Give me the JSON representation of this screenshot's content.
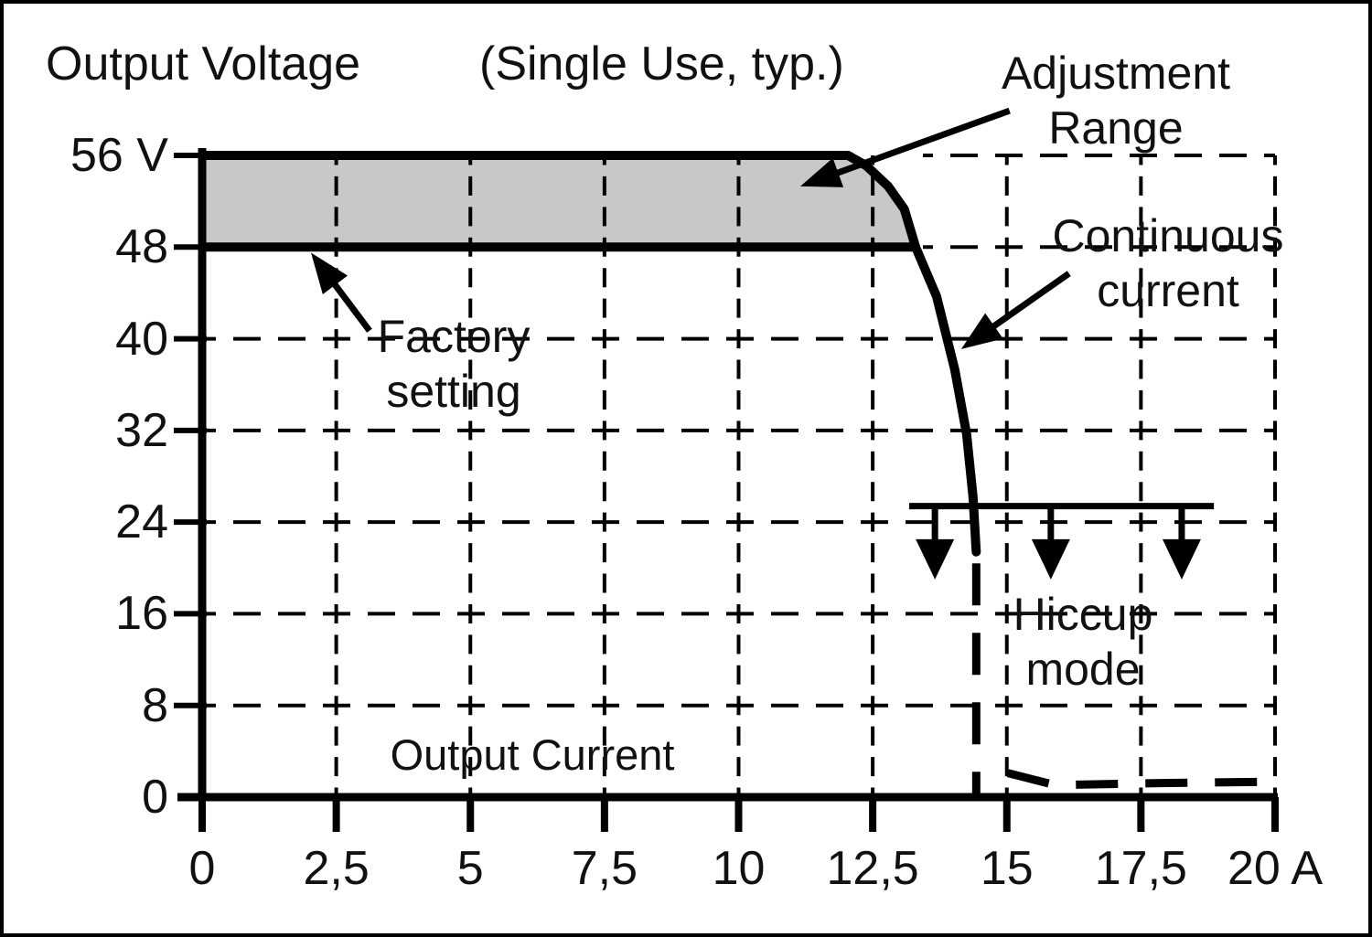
{
  "frame": {
    "background": "#ffffff",
    "border_color": "#000000"
  },
  "chart_data": {
    "type": "line",
    "title": "Output Voltage",
    "subtitle": "(Single Use, typ.)",
    "xlabel": "Output Current",
    "x_unit": "A",
    "y_unit": "V",
    "xlim": [
      0,
      20
    ],
    "ylim": [
      0,
      56
    ],
    "grid": "dashed",
    "ink_color": "#000000",
    "x_ticks": [
      {
        "value": 0,
        "label": "0"
      },
      {
        "value": 2.5,
        "label": "2,5"
      },
      {
        "value": 5,
        "label": "5"
      },
      {
        "value": 7.5,
        "label": "7,5"
      },
      {
        "value": 10,
        "label": "10"
      },
      {
        "value": 12.5,
        "label": "12,5"
      },
      {
        "value": 15,
        "label": "15"
      },
      {
        "value": 17.5,
        "label": "17,5"
      },
      {
        "value": 20,
        "label": "20 A"
      }
    ],
    "y_ticks": [
      {
        "value": 56,
        "label": "56 V"
      },
      {
        "value": 48,
        "label": "48"
      },
      {
        "value": 40,
        "label": "40"
      },
      {
        "value": 32,
        "label": "32"
      },
      {
        "value": 24,
        "label": "24"
      },
      {
        "value": 16,
        "label": "16"
      },
      {
        "value": 8,
        "label": "8"
      },
      {
        "value": 0,
        "label": "0"
      }
    ],
    "series": [
      {
        "name": "voltage-limit-curve",
        "style": "solid",
        "width": 10,
        "points": [
          [
            0,
            56
          ],
          [
            12.04,
            56
          ],
          [
            12.38,
            55.1
          ],
          [
            12.79,
            53.3
          ],
          [
            13.09,
            51.3
          ],
          [
            13.3,
            48
          ],
          [
            13.69,
            43.7
          ],
          [
            14.03,
            37.3
          ],
          [
            14.25,
            31.7
          ],
          [
            14.37,
            26.2
          ],
          [
            14.43,
            21.4
          ]
        ]
      },
      {
        "name": "factory-setting-line",
        "style": "solid",
        "width": 10,
        "points": [
          [
            0,
            48
          ],
          [
            13.3,
            48
          ]
        ]
      },
      {
        "name": "hiccup-dropout",
        "style": "dashed",
        "width": 9,
        "points": [
          [
            14.43,
            20.4
          ],
          [
            14.43,
            0.2
          ]
        ]
      },
      {
        "name": "hiccup-residual",
        "style": "dashed",
        "width": 9,
        "points": [
          [
            15.02,
            2.1
          ],
          [
            15.9,
            1.05
          ],
          [
            17.5,
            1.2
          ],
          [
            20,
            1.35
          ]
        ]
      }
    ],
    "adjustment_region": {
      "color": "#c8c8c8",
      "v_low": 48,
      "v_high": 56
    },
    "hiccup_bracket": {
      "v": 25.4,
      "x_start": 13.18,
      "x_end": 18.86,
      "arrow_x": [
        13.66,
        15.82,
        18.26
      ],
      "arrow_v_tip": 19.0
    },
    "annotations": [
      {
        "name": "adjustment-range",
        "lines": [
          "Adjustment",
          "Range"
        ],
        "arrow": {
          "from": [
            15.05,
            59.9
          ],
          "to": [
            11.15,
            53.3
          ]
        }
      },
      {
        "name": "continuous-current",
        "lines": [
          "Continuous",
          "current"
        ],
        "arrow": {
          "from": [
            16.16,
            45.7
          ],
          "to": [
            14.15,
            39.1
          ]
        }
      },
      {
        "name": "factory-setting",
        "lines": [
          "Factory",
          "setting"
        ],
        "arrow": {
          "from": [
            3.12,
            40.7
          ],
          "to": [
            2.03,
            47.5
          ]
        }
      },
      {
        "name": "hiccup-mode",
        "lines": [
          "Hiccup",
          "mode"
        ],
        "arrow": null
      }
    ]
  }
}
